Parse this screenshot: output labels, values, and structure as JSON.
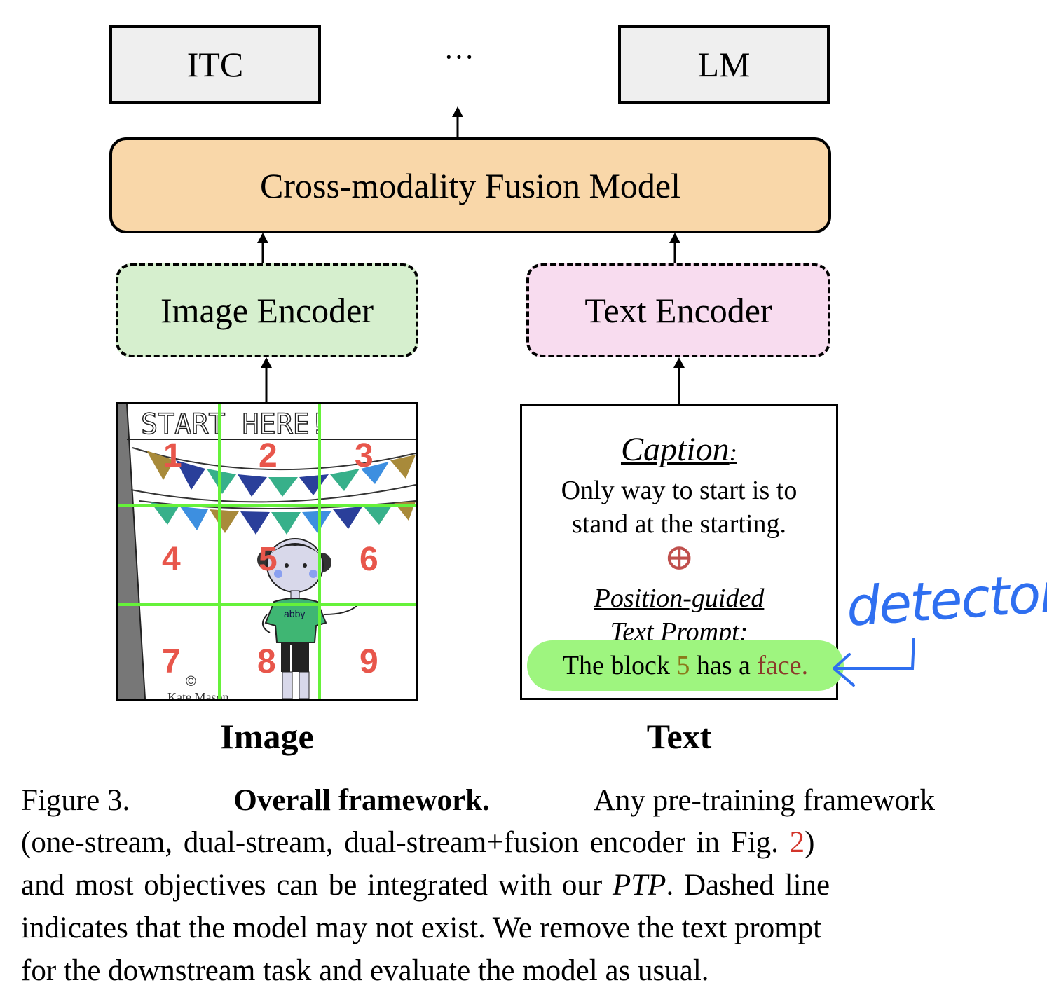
{
  "top_boxes": {
    "left": "ITC",
    "ellipsis": "···",
    "right": "LM"
  },
  "fusion_label": "Cross-modality Fusion Model",
  "image_encoder_label": "Image Encoder",
  "text_encoder_label": "Text Encoder",
  "image_panel": {
    "banner_text": "START HERE!",
    "grid_numbers": [
      "1",
      "2",
      "3",
      "4",
      "5",
      "6",
      "7",
      "8",
      "9"
    ],
    "copyright": "©",
    "artist": "Kate Mason",
    "shirt_text": "abby"
  },
  "text_panel": {
    "caption_heading": "Caption",
    "caption_colon": ":",
    "caption_line1": "Only way to start is to",
    "caption_line2": "stand at the starting.",
    "plus_symbol": "⊕",
    "prompt_heading_line1": "Position-guided",
    "prompt_heading_line2": "Text Prompt:",
    "prompt_part1": "The block ",
    "prompt_number": "5",
    "prompt_part2": " has a ",
    "prompt_object": "face."
  },
  "handwritten_note": "detector",
  "bottom_labels": {
    "image": "Image",
    "text": "Text"
  },
  "figure_caption": {
    "figure_label": "Figure 3.",
    "bold_title": "Overall framework.",
    "line1_rest": "Any pre-training framework",
    "line2_before_ref": "(one-stream, dual-stream, dual-stream+fusion encoder in Fig. ",
    "line2_ref": "2",
    "line2_after_ref": ")",
    "line3_before_em": "and most objectives can be integrated with our ",
    "line3_em": "PTP",
    "line3_after_em": ". Dashed line",
    "line4": "indicates that the model may not exist. We remove the text prompt",
    "line5": "for the downstream task and evaluate the model as usual."
  },
  "colors": {
    "fusion_fill": "#f9d7a9",
    "image_encoder_fill": "#d6efce",
    "text_encoder_fill": "#f8dcef",
    "grid_line": "#66f23a",
    "grid_number": "#e8564b",
    "prompt_highlight": "#9ef57f",
    "prompt_number": "#8a7a1a",
    "prompt_object": "#8b3a2a",
    "handwriting": "#2f6ff0",
    "figure_ref": "#d2352b"
  }
}
